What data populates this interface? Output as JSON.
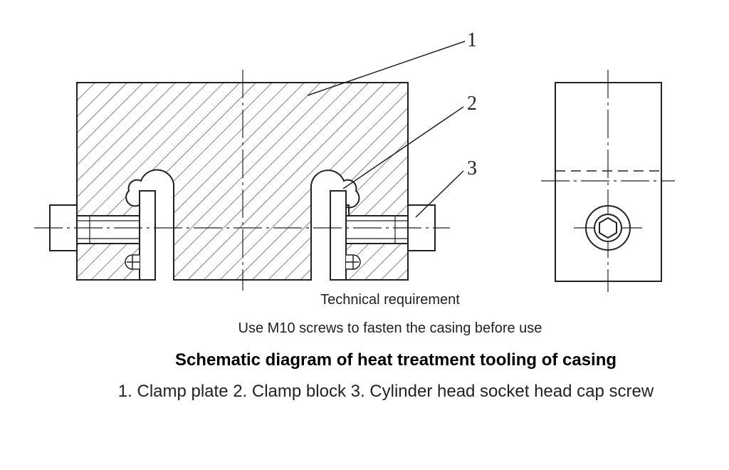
{
  "drawing": {
    "callouts": [
      "1",
      "2",
      "3"
    ]
  },
  "technical_requirement": {
    "heading": "Technical requirement",
    "text": "Use M10 screws to fasten the casing before use"
  },
  "figure": {
    "title": "Schematic diagram of heat treatment tooling of casing",
    "legend": "1. Clamp plate 2. Clamp block 3. Cylinder head socket head cap screw"
  },
  "colors": {
    "line": "#222222",
    "background": "#ffffff"
  }
}
